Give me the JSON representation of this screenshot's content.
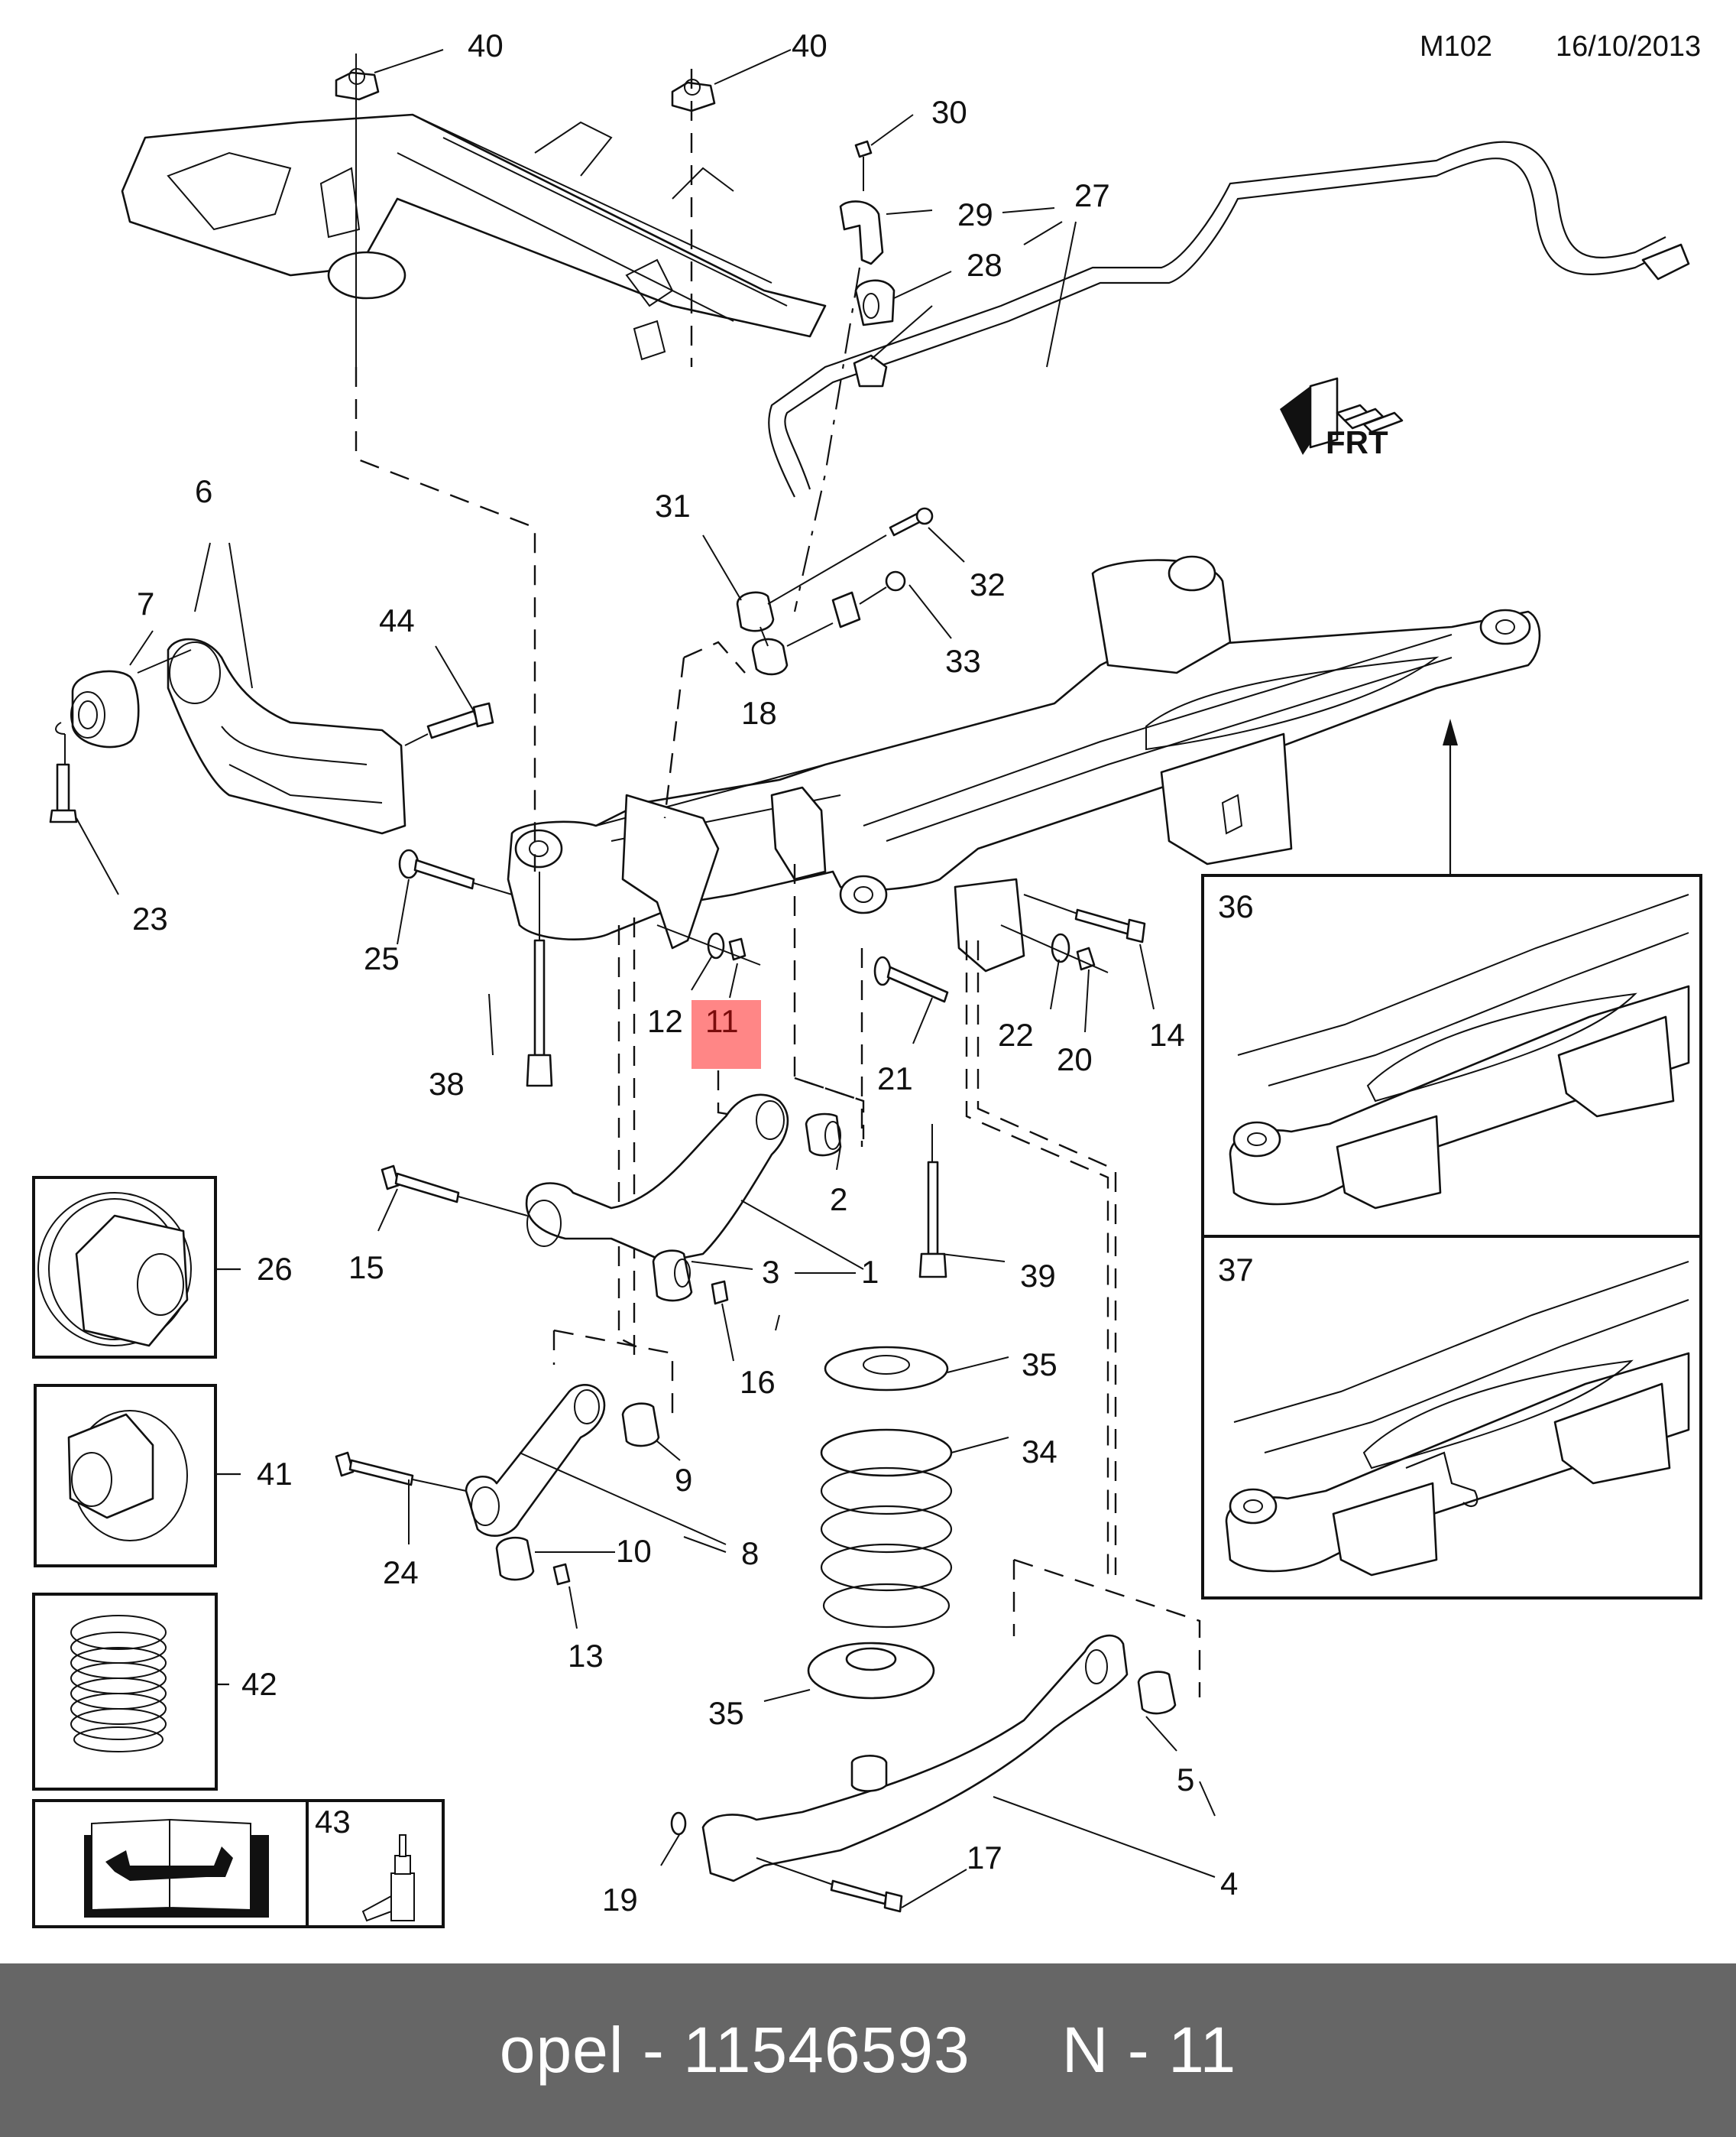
{
  "header": {
    "diagram_code": "M102",
    "date": "16/10/2013"
  },
  "highlight": {
    "callout": "11",
    "color": "#ff6b6b"
  },
  "callouts": {
    "c40a": "40",
    "c40b": "40",
    "c30": "30",
    "c29": "29",
    "c27": "27",
    "c28": "28",
    "c6": "6",
    "c7": "7",
    "c44": "44",
    "c31": "31",
    "c32": "32",
    "c33": "33",
    "c18": "18",
    "c23": "23",
    "c25": "25",
    "c12": "12",
    "c11": "11",
    "c22": "22",
    "c20": "20",
    "c14": "14",
    "c21": "21",
    "c38": "38",
    "c2": "2",
    "c15": "15",
    "c3": "3",
    "c1": "1",
    "c39": "39",
    "c16": "16",
    "c35a": "35",
    "c34": "34",
    "c9": "9",
    "c10": "10",
    "c8": "8",
    "c24": "24",
    "c13": "13",
    "c35b": "35",
    "c5": "5",
    "c17": "17",
    "c4": "4",
    "c19": "19"
  },
  "detail_boxes": {
    "box26": "26",
    "box41": "41",
    "box42": "42",
    "box43": "43"
  },
  "insets": {
    "inset36": "36",
    "inset37": "37"
  },
  "direction_marker": {
    "label": "FRT",
    "icon": "front-direction-arrow-icon"
  },
  "footer": {
    "brand": "opel",
    "separator": "-",
    "part_number": "11546593",
    "position_prefix": "N",
    "position_number": "11"
  },
  "colors": {
    "footer_background": "#666666",
    "footer_text": "#ffffff",
    "line_art": "#111111"
  }
}
